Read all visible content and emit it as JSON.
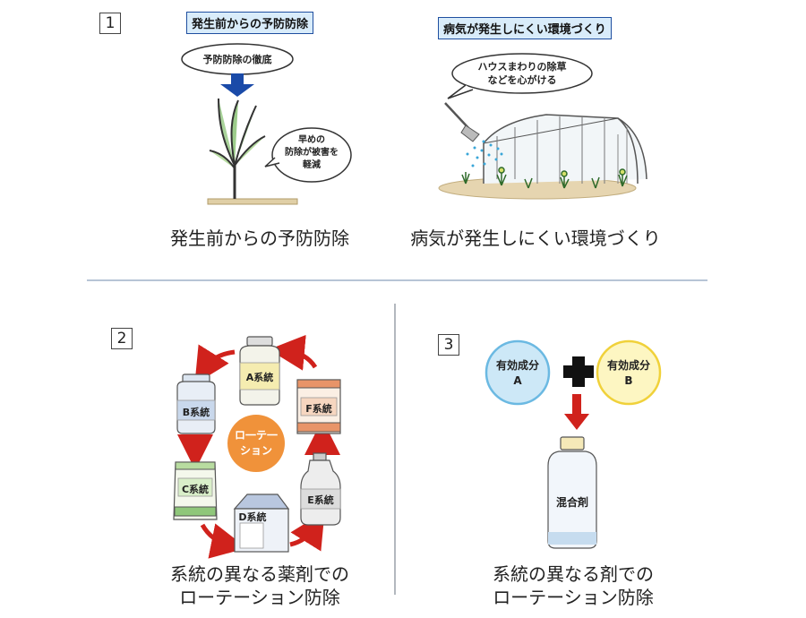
{
  "section1": {
    "number": "1",
    "left": {
      "tag": "発生前からの予防防除",
      "bubble_top": "予防防除の徹底",
      "bubble_side": [
        "早めの",
        "防除が被害を",
        "軽減"
      ],
      "caption": "発生前からの予防防除"
    },
    "right": {
      "tag": "病気が発生しにくい環境づくり",
      "bubble": [
        "ハウスまわりの除草",
        "などを心がける"
      ],
      "caption": "病気が発生しにくい環境づくり"
    }
  },
  "section2": {
    "number": "2",
    "center": [
      "ロ一テ一",
      "ション"
    ],
    "items": {
      "a": "A系統",
      "b": "B系統",
      "c": "C系統",
      "d": "D系統",
      "e": "E系統",
      "f": "F系統"
    },
    "caption": [
      "系統の異なる薬剤での",
      "ローテーション防除"
    ]
  },
  "section3": {
    "number": "3",
    "circle_a": [
      "有効成分",
      "A"
    ],
    "circle_b": [
      "有効成分",
      "B"
    ],
    "bottle": "混合剤",
    "caption": [
      "系統の異なる剤での",
      "ローテーション防除"
    ]
  },
  "colors": {
    "tag_border": "#1f4fa0",
    "tag_fill": "#d9ecfa",
    "arrow_red": "#d0221c",
    "arrow_blue": "#1a4aa8",
    "rotation_orange": "#f0923a",
    "circle_a": "#cde8f7",
    "circle_b": "#fdf6c2"
  }
}
